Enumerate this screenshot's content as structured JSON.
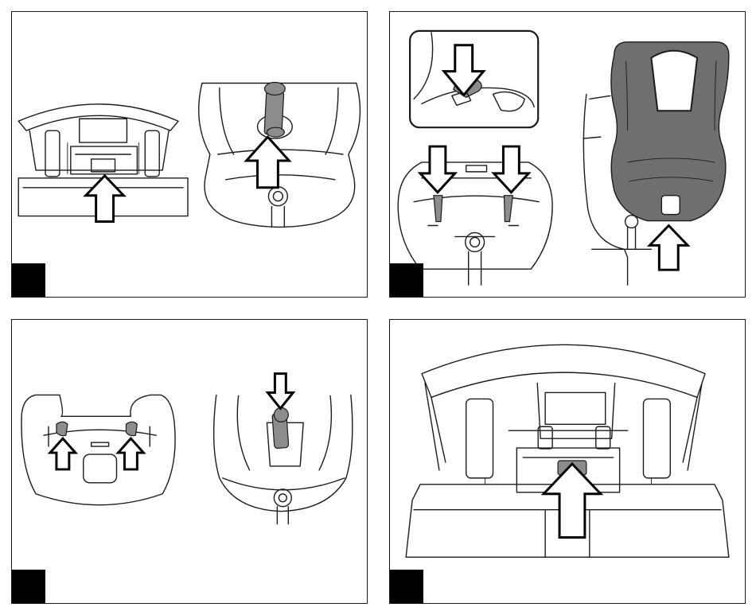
{
  "figure": {
    "panels": [
      {
        "id": "panel-1",
        "step_label": ""
      },
      {
        "id": "panel-2",
        "step_label": ""
      },
      {
        "id": "panel-3",
        "step_label": ""
      },
      {
        "id": "panel-4",
        "step_label": ""
      }
    ],
    "colors": {
      "line": "#1a1a1a",
      "badge": "#000000",
      "handle_grey": "#8c8c8c",
      "shell_grey": "#6f6f6f",
      "background": "#ffffff"
    },
    "icons": [
      "up-arrow-icon",
      "down-arrow-icon",
      "step-number-badge"
    ]
  }
}
